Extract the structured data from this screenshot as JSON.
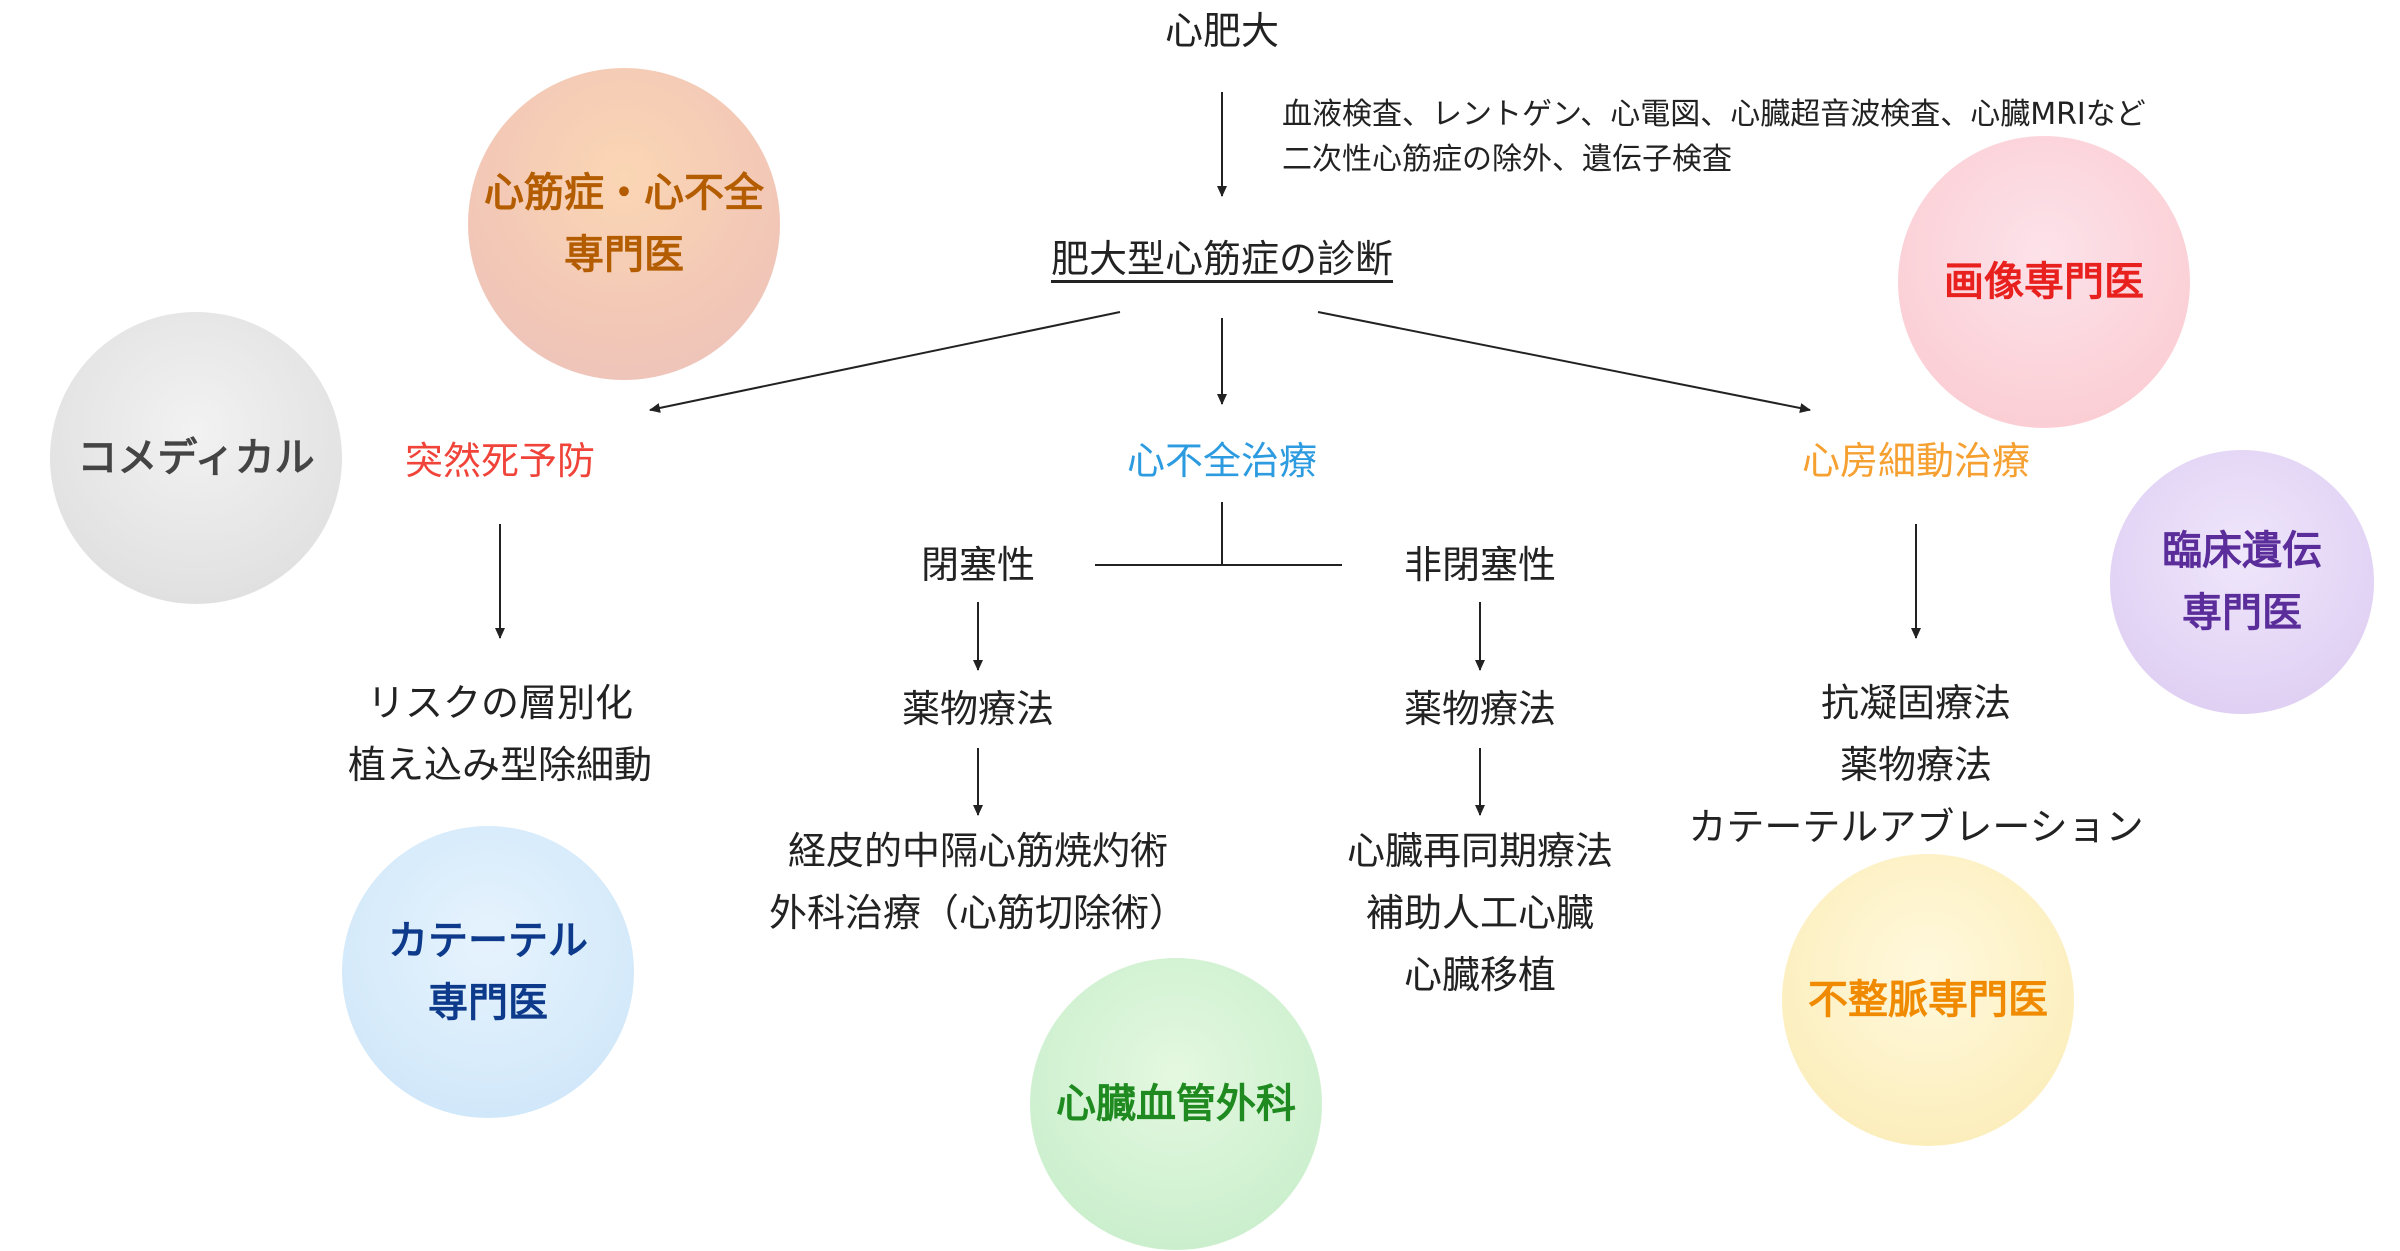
{
  "root": "心肥大",
  "tests": {
    "line1": "血液検査、レントゲン、心電図、心臓超音波検査、心臓MRIなど",
    "line2": "二次性心筋症の除外、遺伝子検査"
  },
  "diagnosis": "肥大型心筋症の診断",
  "branches": {
    "sudden_death": "突然死予防",
    "heart_failure": "心不全治療",
    "afib": "心房細動治療"
  },
  "sudden_death_treatment": {
    "line1": "リスクの層別化",
    "line2": "植え込み型除細動"
  },
  "obstructive": {
    "label": "閉塞性",
    "drug": "薬物療法",
    "procedure_line1": "経皮的中隔心筋焼灼術",
    "procedure_line2": "外科治療（心筋切除術）"
  },
  "non_obstructive": {
    "label": "非閉塞性",
    "drug": "薬物療法",
    "procedure_line1": "心臓再同期療法",
    "procedure_line2": "補助人工心臓",
    "procedure_line3": "心臓移植"
  },
  "afib_treatment": {
    "line1": "抗凝固療法",
    "line2": "薬物療法",
    "line3": "カテーテルアブレーション"
  },
  "specialists": {
    "cardiomyopathy": {
      "line1": "心筋症・心不全",
      "line2": "専門医",
      "color": "#b35c00"
    },
    "comedical": {
      "line1": "コメディカル",
      "color": "#444444"
    },
    "imaging": {
      "line1": "画像専門医",
      "color": "#e8201e"
    },
    "genetics": {
      "line1": "臨床遺伝",
      "line2": "専門医",
      "color": "#5a2d9a"
    },
    "catheter": {
      "line1": "カテーテル",
      "line2": "専門医",
      "color": "#0d3a8a"
    },
    "surgery": {
      "line1": "心臓血管外科",
      "color": "#1f8a1f"
    },
    "arrhythmia": {
      "line1": "不整脈専門医",
      "color": "#f08a00"
    }
  },
  "colors": {
    "sudden_death": "#f0443a",
    "heart_failure": "#2c9be0",
    "afib": "#f5a030"
  }
}
